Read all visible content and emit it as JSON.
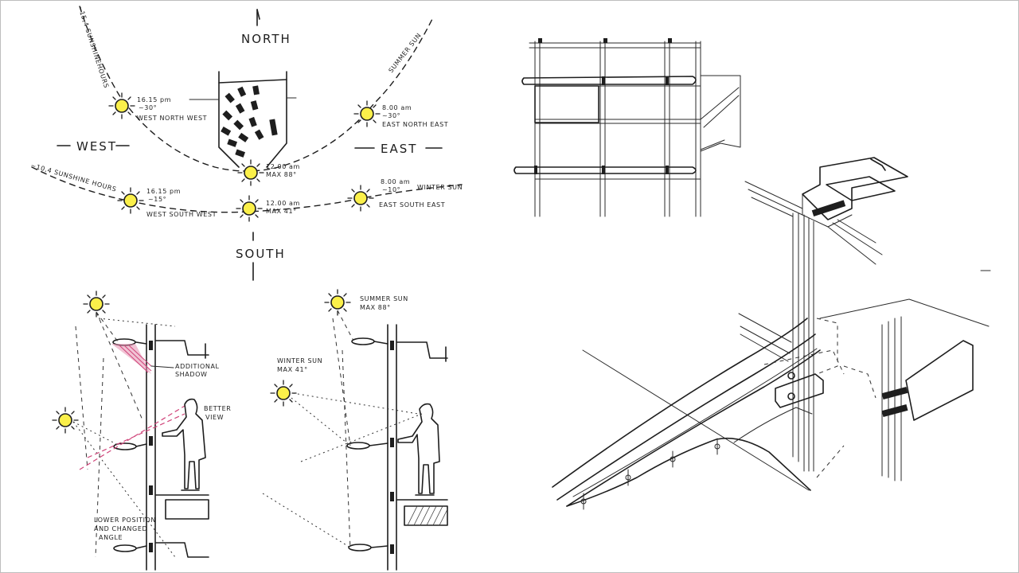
{
  "compass": {
    "north": "NORTH",
    "south": "SOUTH",
    "east": "EAST",
    "west": "WEST"
  },
  "arcs": {
    "summer": "SUMMER SUN",
    "winter": "WINTER SUN",
    "summer_hours": "~15,4 SUNSHINEHOURS",
    "winter_hours": "~10,4 SUNSHINE HOURS"
  },
  "suns": {
    "summer_west_time": "16.15 pm",
    "summer_west_angle": "~30°",
    "summer_west_dir": "WEST NORTH WEST",
    "summer_east_time": "8.00 am",
    "summer_east_angle": "~30°",
    "summer_east_dir": "EAST NORTH EAST",
    "summer_noon_time": "12.00 am",
    "summer_noon_angle": "MAX 88°",
    "winter_west_time": "16.15 pm",
    "winter_west_angle": "~15°",
    "winter_west_dir": "WEST SOUTH WEST",
    "winter_noon_time": "12.00 am",
    "winter_noon_angle": "MAX 41°",
    "winter_east_time": "8.00 am",
    "winter_east_angle": "~10°",
    "winter_east_dir": "EAST SOUTH EAST"
  },
  "section_left": {
    "shadow": "ADDITIONAL",
    "shadow2": "SHADOW",
    "view": "BETTER",
    "view2": "VIEW",
    "lower1": "LOWER POSITION",
    "lower2": "AND CHANGED",
    "lower3": "ANGLE"
  },
  "section_right": {
    "summer1": "SUMMER SUN",
    "summer2": "MAX 88°",
    "winter1": "WINTER SUN",
    "winter2": "MAX 41°"
  },
  "colors": {
    "sun_fill": "#fbf04a",
    "ink": "#1e1e1e",
    "accent_red": "#d0457a"
  }
}
